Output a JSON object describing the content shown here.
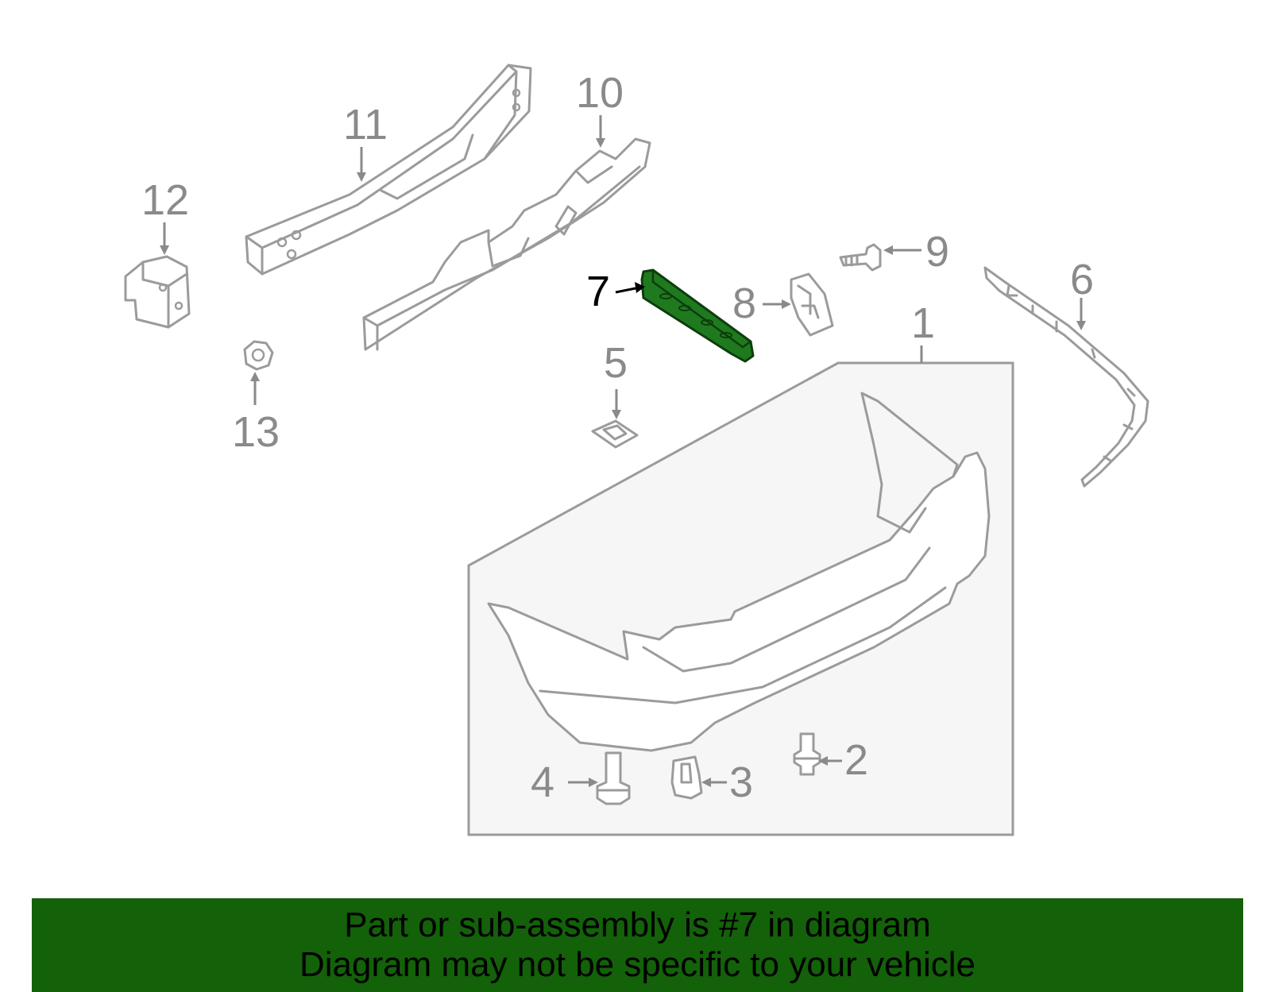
{
  "diagram": {
    "callouts": {
      "c1": "1",
      "c2": "2",
      "c3": "3",
      "c4": "4",
      "c5": "5",
      "c6": "6",
      "c7": "7",
      "c8": "8",
      "c9": "9",
      "c10": "10",
      "c11": "11",
      "c12": "12",
      "c13": "13"
    },
    "highlighted_part": "7",
    "colors": {
      "highlight": "#1f7a1f",
      "banner": "#136109",
      "linework": "#9b9b9b"
    }
  },
  "banner": {
    "line1": "Part or sub-assembly is #7 in diagram",
    "line2": "Diagram may not be specific to your vehicle"
  }
}
